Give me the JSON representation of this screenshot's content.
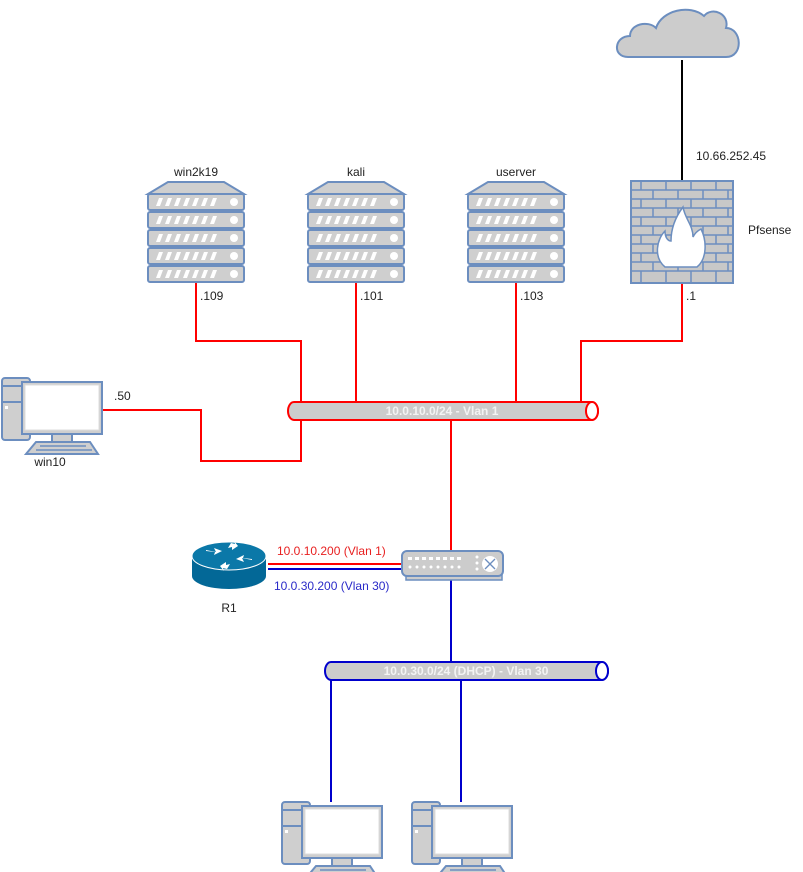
{
  "colors": {
    "vlan1": "#ff0000",
    "vlan30": "#0000cc",
    "wan": "#000000",
    "device_fill": "#cccccc",
    "device_stroke": "#6c8ebf",
    "router": "#036897"
  },
  "cloud": {
    "label": ""
  },
  "firewall": {
    "name": "Pfsense",
    "wan_ip": "10.66.252.45",
    "lan_ip": ".1"
  },
  "servers": [
    {
      "name": "win2k19",
      "ip": ".109"
    },
    {
      "name": "kali",
      "ip": ".101"
    },
    {
      "name": "userver",
      "ip": ".103"
    }
  ],
  "win10": {
    "name": "win10",
    "ip": ".50"
  },
  "bus_vlan1": {
    "label": "10.0.10.0/24 - Vlan 1"
  },
  "bus_vlan30": {
    "label": "10.0.30.0/24 (DHCP) - Vlan 30"
  },
  "router": {
    "name": "R1",
    "ip_vlan1": "10.0.10.200 (Vlan 1)",
    "ip_vlan30": "10.0.30.200 (Vlan 30)"
  },
  "switch": {
    "name": ""
  },
  "clients": [
    {
      "name": ""
    },
    {
      "name": ""
    }
  ]
}
